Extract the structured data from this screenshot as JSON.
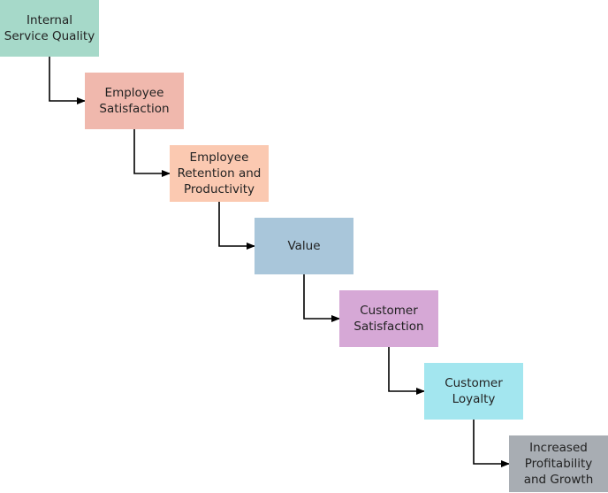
{
  "diagram": {
    "type": "flow-staircase",
    "nodes": [
      {
        "id": "n1",
        "label": "Internal\nService Quality",
        "color": "#a6d9c9"
      },
      {
        "id": "n2",
        "label": "Employee\nSatisfaction",
        "color": "#f0b8ad"
      },
      {
        "id": "n3",
        "label": "Employee\nRetention and\nProductivity",
        "color": "#fbc9b1"
      },
      {
        "id": "n4",
        "label": "Value",
        "color": "#a9c6da"
      },
      {
        "id": "n5",
        "label": "Customer\nSatisfaction",
        "color": "#d6a8d6"
      },
      {
        "id": "n6",
        "label": "Customer\nLoyalty",
        "color": "#a3e6ef"
      },
      {
        "id": "n7",
        "label": "Increased\nProfitability\nand Growth",
        "color": "#a8adb3"
      }
    ],
    "edges": [
      {
        "from": "n1",
        "to": "n2"
      },
      {
        "from": "n2",
        "to": "n3"
      },
      {
        "from": "n3",
        "to": "n4"
      },
      {
        "from": "n4",
        "to": "n5"
      },
      {
        "from": "n5",
        "to": "n6"
      },
      {
        "from": "n6",
        "to": "n7"
      }
    ],
    "edge_color": "#000000"
  }
}
